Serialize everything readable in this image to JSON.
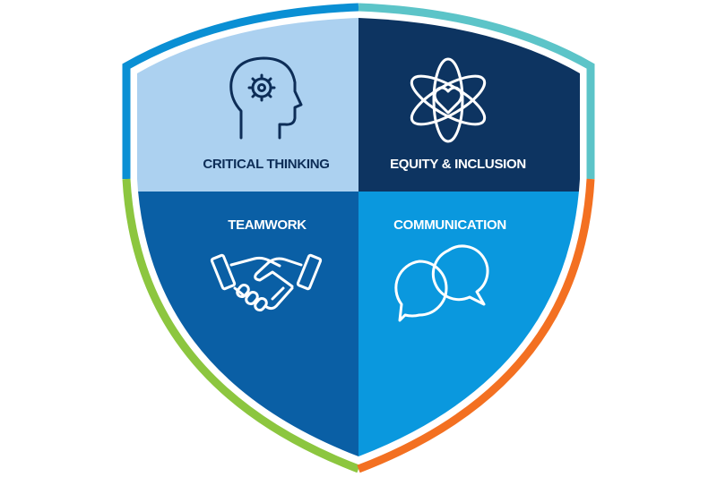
{
  "shield": {
    "colors": {
      "border_top_left": "#0a8fd4",
      "border_top_right": "#5cc4c8",
      "border_bottom_left": "#8cc63f",
      "border_bottom_right": "#f37021"
    },
    "quadrants": [
      {
        "key": "top-left",
        "label": "CRITICAL THINKING",
        "icon": "head-gear-icon",
        "fill": "#acd1f0",
        "text_color": "#0d2d57",
        "icon_color": "#0d2d57"
      },
      {
        "key": "top-right",
        "label": "EQUITY & INCLUSION",
        "icon": "atom-heart-icon",
        "fill": "#0d3461",
        "text_color": "#ffffff",
        "icon_color": "#ffffff"
      },
      {
        "key": "bottom-left",
        "label": "TEAMWORK",
        "icon": "handshake-icon",
        "fill": "#0a5fa5",
        "text_color": "#ffffff",
        "icon_color": "#ffffff"
      },
      {
        "key": "bottom-right",
        "label": "COMMUNICATION",
        "icon": "chat-bubbles-icon",
        "fill": "#0a98de",
        "text_color": "#ffffff",
        "icon_color": "#ffffff"
      }
    ]
  }
}
